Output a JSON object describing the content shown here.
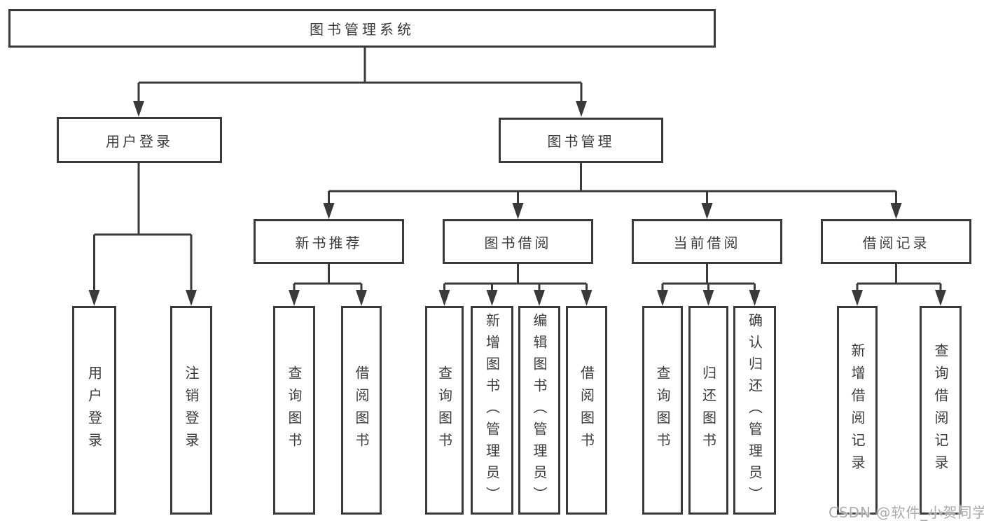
{
  "diagram": {
    "root": {
      "label": "图书管理系统"
    },
    "branches": [
      {
        "label": "用户登录",
        "children": [
          {
            "label": "用户登录"
          },
          {
            "label": "注销登录"
          }
        ]
      },
      {
        "label": "图书管理",
        "groups": [
          {
            "label": "新书推荐",
            "children": [
              {
                "label": "查询图书"
              },
              {
                "label": "借阅图书"
              }
            ]
          },
          {
            "label": "图书借阅",
            "children": [
              {
                "label": "查询图书"
              },
              {
                "label": "新增图书（管理员）"
              },
              {
                "label": "编辑图书（管理员）"
              },
              {
                "label": "借阅图书"
              }
            ]
          },
          {
            "label": "当前借阅",
            "children": [
              {
                "label": "查询图书"
              },
              {
                "label": "归还图书"
              },
              {
                "label": "确认归还（管理员）"
              }
            ]
          },
          {
            "label": "借阅记录",
            "children": [
              {
                "label": "新增借阅记录"
              },
              {
                "label": "查询借阅记录"
              }
            ]
          }
        ]
      }
    ],
    "watermark": "CSDN @软件_小贺同学",
    "colors": {
      "line": "#3a3a3a",
      "text": "#3c3c3c",
      "background": "#ffffff",
      "watermark": "#a8a8a8"
    }
  }
}
